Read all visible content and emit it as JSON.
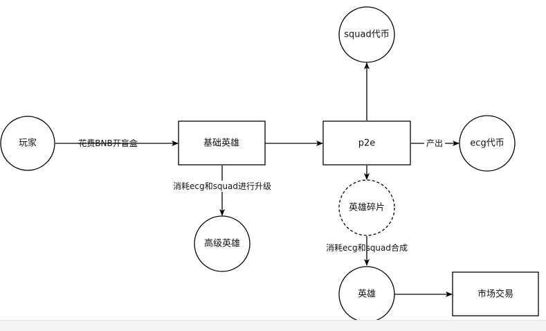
{
  "diagram": {
    "colors": {
      "stroke": "#000000",
      "text": "#111111",
      "background": "#ffffff"
    },
    "nodes": {
      "player": "玩家",
      "basic_hero": "基础英雄",
      "advanced_hero": "高级英雄",
      "p2e": "p2e",
      "squad_token": "squad代币",
      "ecg_token": "ecg代币",
      "hero_fragment": "英雄碎片",
      "hero": "英雄",
      "market": "市场交易"
    },
    "edges": {
      "player_to_basic": "花费BNB开盲盒",
      "basic_to_advanced": "消耗ecg和squad进行升级",
      "p2e_to_ecg": "产出",
      "fragment_to_hero": "消耗ecg和squad合成"
    }
  }
}
